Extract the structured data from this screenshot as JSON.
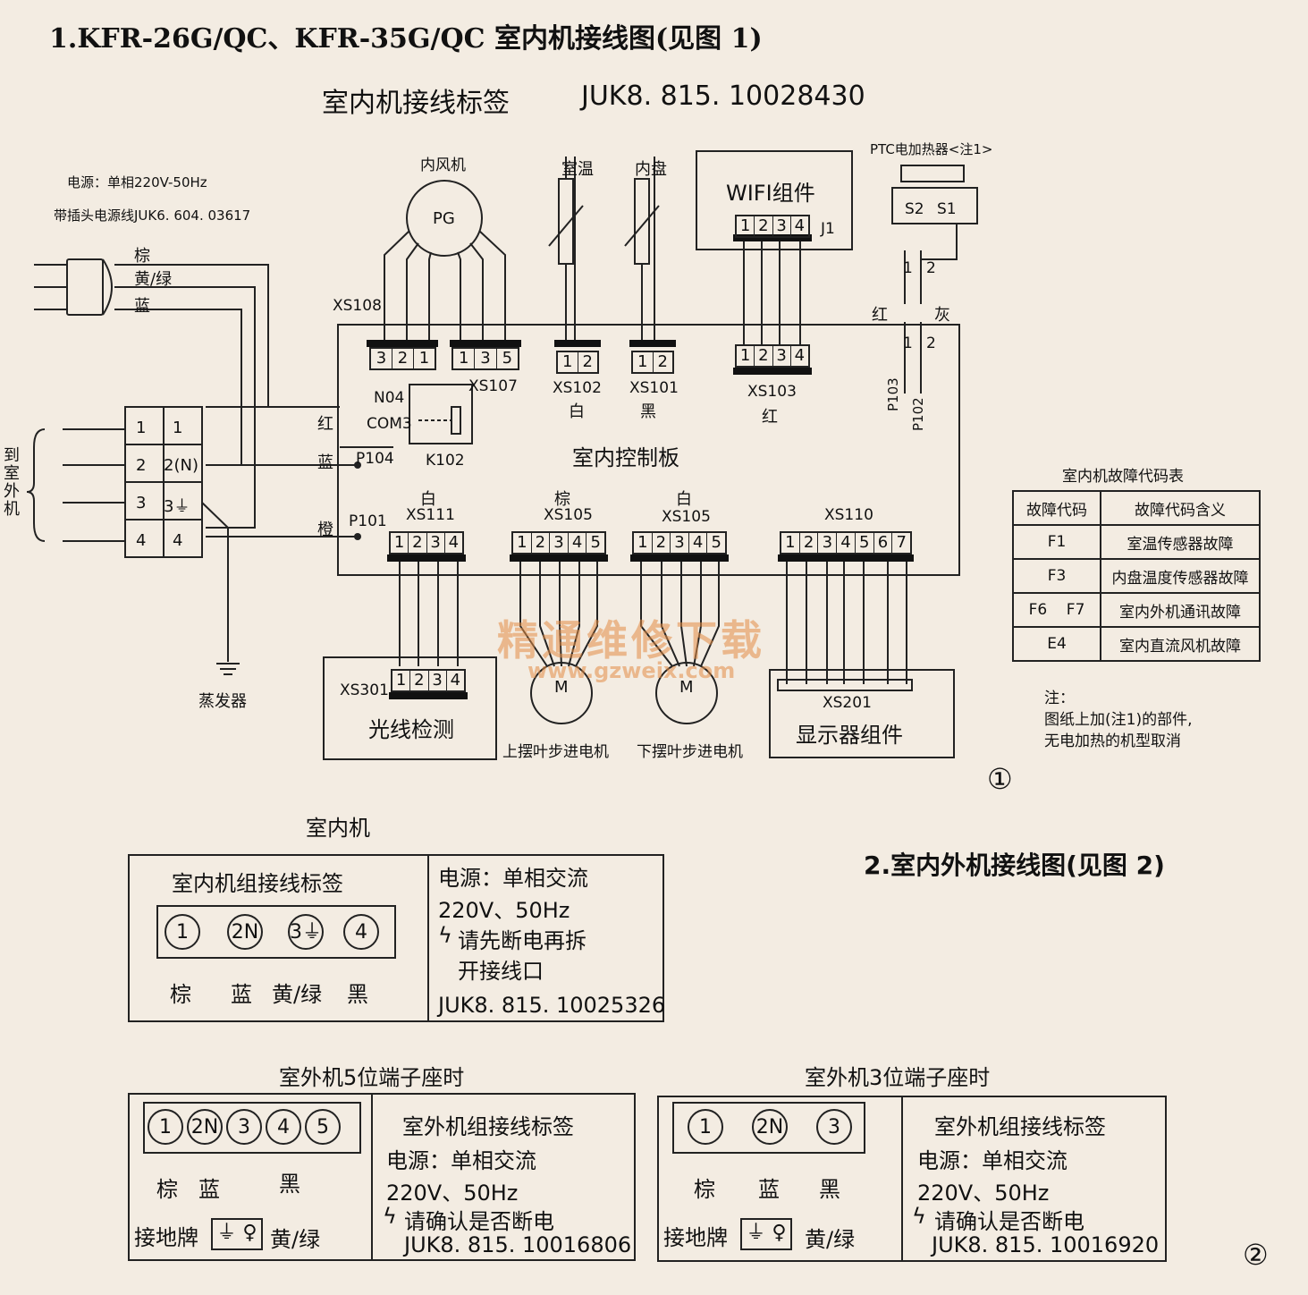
{
  "heading1": "1.KFR-26G/QC、KFR-35G/QC 室内机接线图(见图 1)",
  "label_title": "室内机接线标签",
  "label_code": "JUK8. 815. 10028430",
  "power": {
    "spec": "电源：单相220V-50Hz",
    "cord": "带插头电源线JUK6. 604. 03617",
    "wire_colors": [
      "棕",
      "黄/绿",
      "蓝"
    ]
  },
  "to_outdoor": "到室外机",
  "terminal_left": [
    "1",
    "2",
    "3",
    "4"
  ],
  "terminal_right": [
    "1",
    "2(N)",
    "3⏚",
    "4"
  ],
  "evaporator": "蒸发器",
  "wire_labels": {
    "red": "红",
    "blue": "蓝",
    "orange": "橙"
  },
  "board": {
    "name": "室内控制板",
    "xs108": "XS108",
    "no4": "N04",
    "com3": "COM3",
    "k102": "K102",
    "p104": "P104",
    "p101": "P101"
  },
  "fan": {
    "title": "内风机",
    "pg": "PG",
    "xs108_pins": [
      "3",
      "2",
      "1"
    ],
    "xs107_pins": [
      "1",
      "3",
      "5"
    ],
    "xs107": "XS107"
  },
  "sensors": {
    "room": {
      "title": "室温",
      "conn": "XS102",
      "color": "白",
      "pins": [
        "1",
        "2"
      ]
    },
    "coil": {
      "title": "内盘",
      "conn": "XS101",
      "color": "黑",
      "pins": [
        "1",
        "2"
      ]
    }
  },
  "wifi": {
    "title": "WIFI组件",
    "j1": "J1",
    "pins": [
      "1",
      "2",
      "3",
      "4"
    ],
    "xs103": "XS103",
    "xs103_color": "红"
  },
  "ptc": {
    "title": "PTC电加热器<注1>",
    "s2": "S2",
    "s1": "S1",
    "pin1": "1",
    "pin2": "2",
    "red": "红",
    "gray": "灰",
    "p103": "P103",
    "p102": "P102"
  },
  "bottom_connectors": {
    "xs111": {
      "name": "XS111",
      "color": "白",
      "pins": [
        "1",
        "2",
        "3",
        "4"
      ]
    },
    "xs105a": {
      "name": "XS105",
      "color": "棕",
      "pins": [
        "1",
        "2",
        "3",
        "4",
        "5"
      ]
    },
    "xs105b": {
      "name": "XS105",
      "color": "白",
      "pins": [
        "1",
        "2",
        "3",
        "4",
        "5"
      ]
    },
    "xs110": {
      "name": "XS110",
      "pins": [
        "1",
        "2",
        "3",
        "4",
        "5",
        "6",
        "7"
      ]
    }
  },
  "light": {
    "conn": "XS301",
    "pins": [
      "1",
      "2",
      "3",
      "4"
    ],
    "name": "光线检测"
  },
  "motors": {
    "m": "M",
    "upper": "上摆叶步进电机",
    "lower": "下摆叶步进电机"
  },
  "display": {
    "conn": "XS201",
    "name": "显示器组件"
  },
  "watermark": {
    "cn": "精通维修下载",
    "url": "www.gzweix.com"
  },
  "fault_table": {
    "title": "室内机故障代码表",
    "headers": [
      "故障代码",
      "故障代码含义"
    ],
    "rows": [
      [
        "F1",
        "室温传感器故障"
      ],
      [
        "F3",
        "内盘温度传感器故障"
      ],
      [
        "F6    F7",
        "室内外机通讯故障"
      ],
      [
        "E4",
        "室内直流风机故障"
      ]
    ]
  },
  "note": {
    "title": "注：",
    "line1": "图纸上加(注1)的部件,",
    "line2": "无电加热的机型取消"
  },
  "fig1": "①",
  "fig2": "②",
  "heading2": "2.室内外机接线图(见图 2)",
  "indoor_label": {
    "caption": "室内机",
    "title": "室内机组接线标签",
    "terminals": [
      "1",
      "2N",
      "3⏚",
      "4"
    ],
    "colors": [
      "棕",
      "蓝",
      "黄/绿",
      "黑"
    ],
    "power1": "电源：单相交流",
    "power2": "220V、50Hz",
    "warn1": "请先断电再拆",
    "warn2": "开接线口",
    "code": "JUK8. 815. 10025326"
  },
  "outdoor5": {
    "caption": "室外机5位端子座时",
    "terminals": [
      "1",
      "2N",
      "3",
      "4",
      "5"
    ],
    "colors": [
      "棕",
      "蓝",
      "黑"
    ],
    "ground": "接地牌",
    "ground_color": "黄/绿",
    "title": "室外机组接线标签",
    "power1": "电源：单相交流",
    "power2": "220V、50Hz",
    "warn": "请确认是否断电",
    "code": "JUK8. 815. 10016806"
  },
  "outdoor3": {
    "caption": "室外机3位端子座时",
    "terminals": [
      "1",
      "2N",
      "3"
    ],
    "colors": [
      "棕",
      "蓝",
      "黑"
    ],
    "ground": "接地牌",
    "ground_color": "黄/绿",
    "title": "室外机组接线标签",
    "power1": "电源：单相交流",
    "power2": "220V、50Hz",
    "warn": "请确认是否断电",
    "code": "JUK8. 815. 10016920"
  }
}
